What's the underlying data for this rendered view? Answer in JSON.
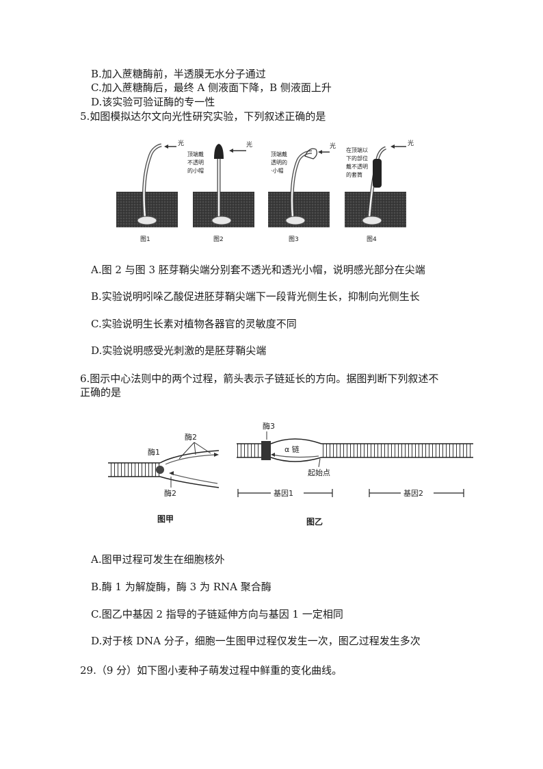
{
  "q4": {
    "opt_b": "B.加入蔗糖酶前，半透膜无水分子通过",
    "opt_c": "C.加入蔗糖酶后，最终 A 侧液面下降，B 侧液面上升",
    "opt_d": "D.该实验可验证酶的专一性"
  },
  "q5": {
    "stem": "5.如图模拟达尔文向光性研究实验，下列叙述正确的是",
    "figure": {
      "light_label": "光",
      "panels": [
        {
          "caption": "图1",
          "note": []
        },
        {
          "caption": "图2",
          "note": [
            "顶端戴",
            "不透明",
            "的小帽"
          ]
        },
        {
          "caption": "图3",
          "note": [
            "顶端戴",
            "透明的",
            "·小帽"
          ]
        },
        {
          "caption": "图4",
          "note": [
            "在顶端以",
            "下的部位",
            "戴不透明",
            "的套筒"
          ]
        }
      ]
    },
    "opt_a": "A.图 2 与图 3 胚芽鞘尖端分别套不透光和透光小帽，说明感光部分在尖端",
    "opt_b": "B.实验说明吲哚乙酸促进胚芽鞘尖端下一段背光侧生长，抑制向光侧生长",
    "opt_c": "C.实验说明生长素对植物各器官的灵敏度不同",
    "opt_d": "D.实验说明感受光刺激的是胚芽鞘尖端"
  },
  "q6": {
    "stem_line1": "6.图示中心法则中的两个过程，箭头表示子链延长的方向。据图判断下列叙述不",
    "stem_line2": "正确的是",
    "figure": {
      "enzyme1": "酶1",
      "enzyme2_top": "酶2",
      "enzyme2_bottom": "酶2",
      "enzyme3": "酶3",
      "alpha_chain": "α 链",
      "origin": "起始点",
      "gene1": "基因1",
      "gene2": "基因2",
      "caption_a": "图甲",
      "caption_b": "图乙"
    },
    "opt_a": "A.图甲过程可发生在细胞核外",
    "opt_b": "B.酶 1 为解旋酶，酶 3 为 RNA 聚合酶",
    "opt_c": "C.图乙中基因 2 指导的子链延伸方向与基因 1 一定相同",
    "opt_d": "D.对于核 DNA 分子，细胞一生图甲过程仅发生一次，图乙过程发生多次"
  },
  "q29": {
    "stem": "29.（9 分）如下图小麦种子萌发过程中鲜重的变化曲线。"
  }
}
